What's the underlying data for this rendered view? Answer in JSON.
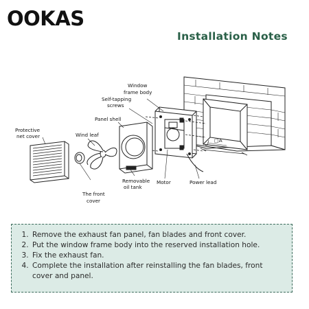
{
  "brand": "OOKAS",
  "heading": "Installation Notes",
  "labels": {
    "protective_net_cover": [
      "Protective",
      "net cover"
    ],
    "wind_leaf": "Wind leaf",
    "panel_shell": "Panel shell",
    "self_tapping_screws": [
      "Self-tapping",
      "screws"
    ],
    "window_frame_body": [
      "Window",
      "frame body"
    ],
    "the_front_cover": [
      "The front",
      "cover"
    ],
    "removable_oil_tank": [
      "Removable",
      "oil tank"
    ],
    "motor": "Motor",
    "power_lead": "Power lead",
    "dimension_mark": "□A"
  },
  "notes": [
    "Remove the exhaust fan panel, fan blades and front cover.",
    "Put the window frame body into the reserved installation hole.",
    "Fix the exhaust fan.",
    "Complete the installation after reinstalling the fan blades, front cover and panel."
  ],
  "colors": {
    "heading": "#2a6048",
    "notes_bg": "#dcebe6",
    "notes_border": "#3a6a5a"
  }
}
